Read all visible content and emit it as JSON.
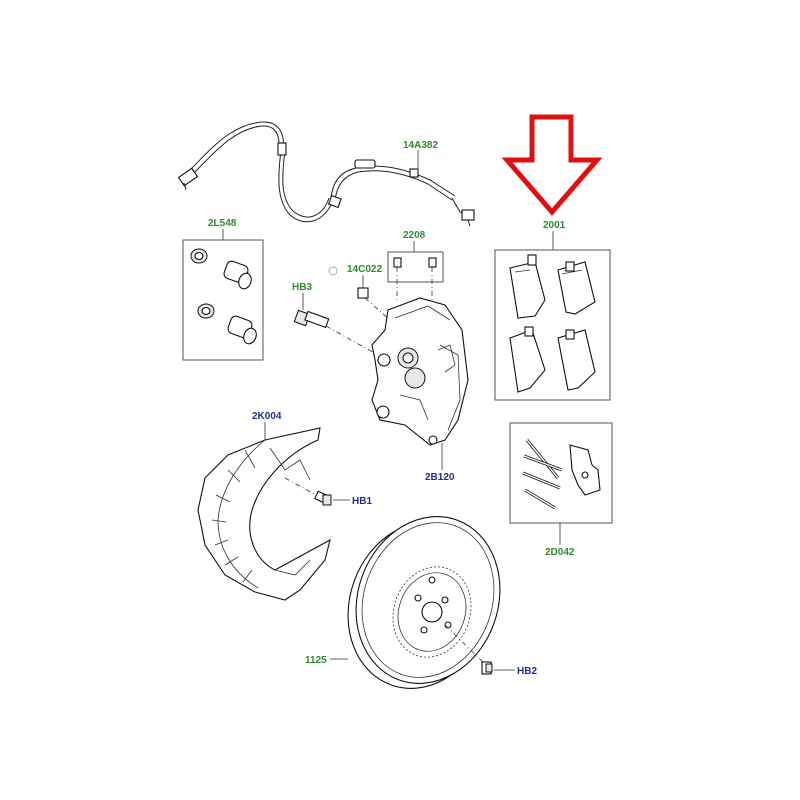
{
  "labels": {
    "sensor": "14A382",
    "pads": "2001",
    "bushing_kit": "2L548",
    "bolts": "2208",
    "bleed_valve": "14C022",
    "bolt_hb3": "HB3",
    "shield": "2K004",
    "caliper": "2B120",
    "bolt_hb1": "HB1",
    "pin_kit": "2D042",
    "disc": "1125",
    "bolt_hb2": "HB2"
  },
  "colors": {
    "green_label": "#2e8b2e",
    "blue_label": "#1f2f8f",
    "arrow": "#e01010"
  },
  "icons": {
    "highlight": "down-arrow-icon"
  }
}
